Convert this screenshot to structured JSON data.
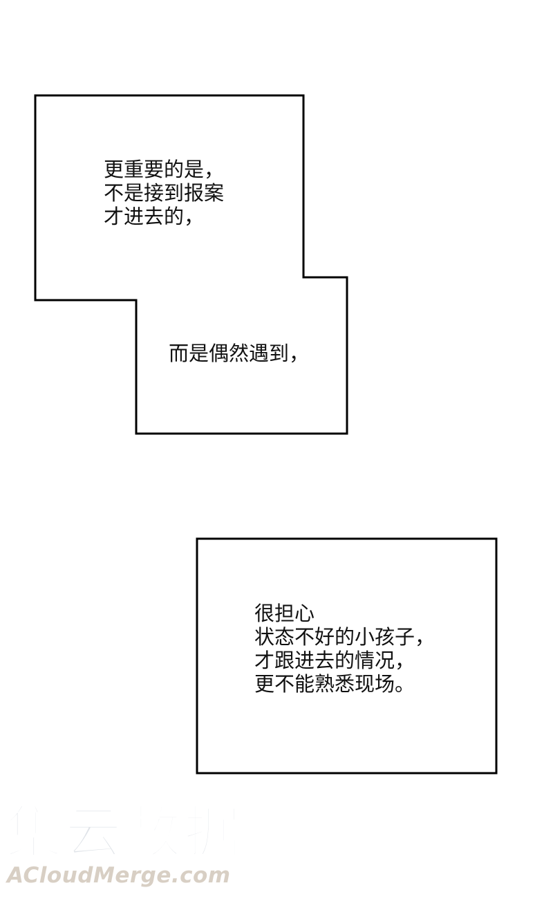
{
  "panels": [
    {
      "name": "notched-caption-box",
      "lines": [
        "更重要的是，",
        "不是接到报案",
        "才进去的，"
      ],
      "secondary_line": "而是偶然遇到，"
    },
    {
      "name": "rect-caption-box",
      "lines": [
        "很担心",
        "状态不好的小孩子，",
        "才跟进去的情况，",
        "更不能熟悉现场。"
      ]
    }
  ],
  "watermark": {
    "chinese": "集云数据",
    "english": "ACloudMerge.com"
  }
}
